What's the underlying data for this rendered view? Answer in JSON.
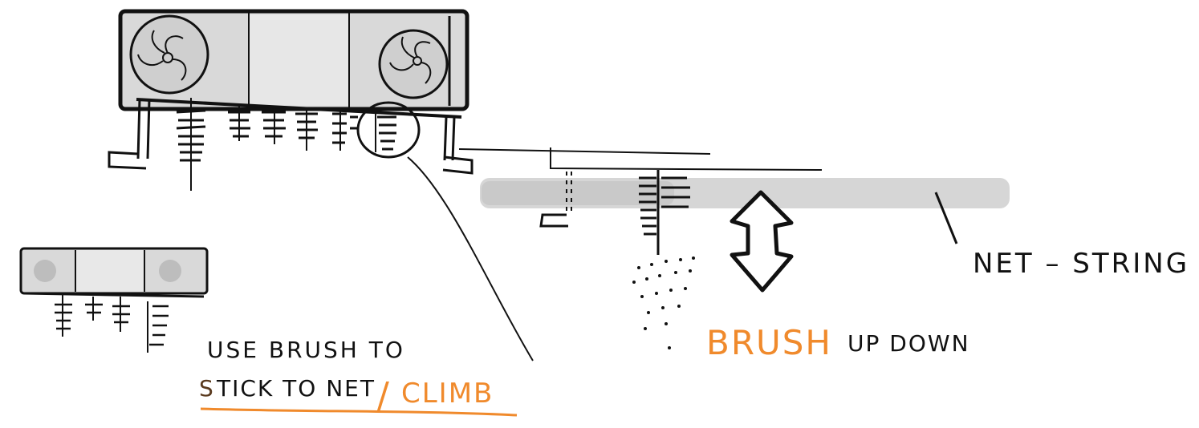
{
  "colors": {
    "ink": "#111111",
    "marker_gray": "#d6d6d6",
    "marker_dark": "#b8b8b8",
    "accent_orange": "#f08a2c",
    "brown": "#5a3a1e"
  },
  "labels": {
    "net_string": "NET – STRING",
    "brush": "BRUSH",
    "up_down": "UP DOWN",
    "use_brush_to": "USE BRUSH TO",
    "stick_prefix": "S",
    "stick_rest": "TICK TO NET",
    "slash": "/",
    "climb": "CLIMB"
  }
}
